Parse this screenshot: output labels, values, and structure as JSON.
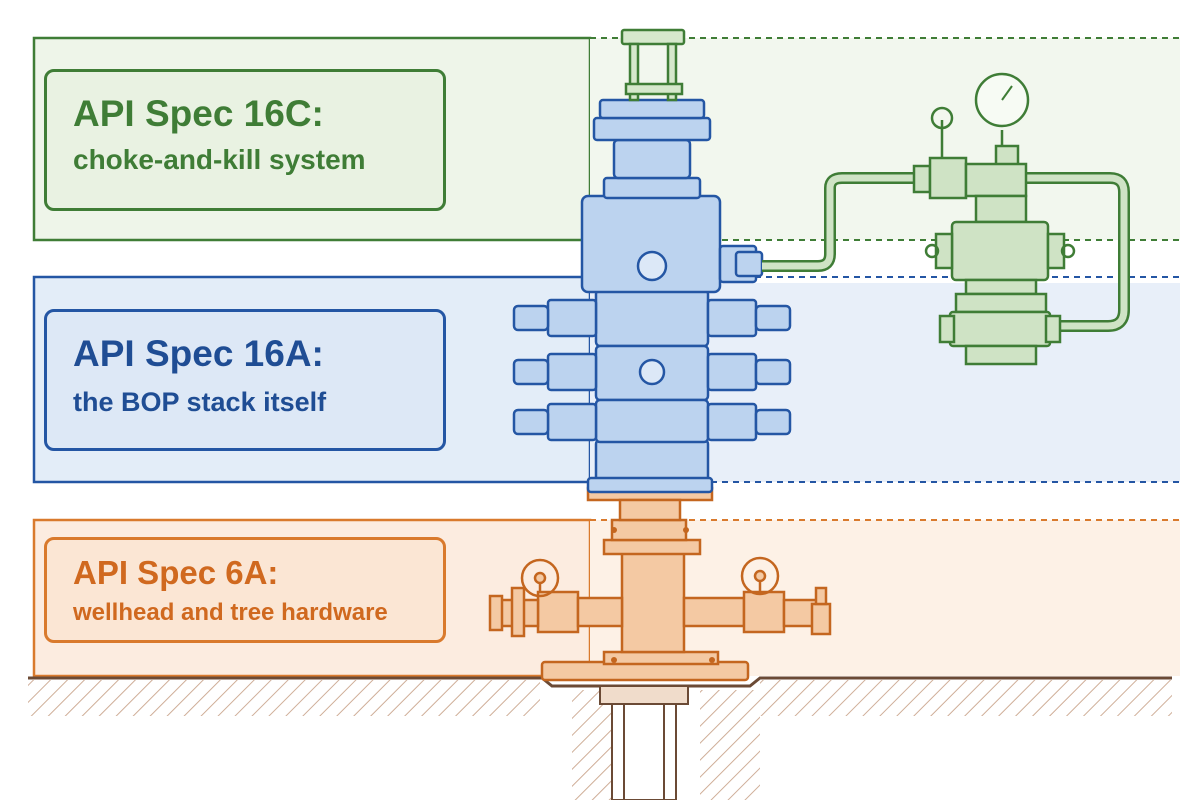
{
  "colors": {
    "green": "#3f7d36",
    "green_fill": "#cfe3c5",
    "green_band": "#eef5e9",
    "blue": "#2456a4",
    "blue_fill": "#bcd3ef",
    "blue_band": "#e3edf8",
    "orange": "#d97a2d",
    "orange_fill": "#f4c9a3",
    "orange_band": "#fcece0",
    "ground_line": "#6b4a35",
    "ground_hatch": "#c9a994"
  },
  "zones": [
    {
      "id": "16c",
      "title": "API Spec 16C:",
      "subtitle": "choke-and-kill system",
      "color_key": "green",
      "icons": [
        "manifold-valve-icon",
        "pressure-gauge-icon",
        "handwheel-icon",
        "choke-line-pipe-icon"
      ]
    },
    {
      "id": "16a",
      "title": "API Spec 16A:",
      "subtitle": "the BOP stack itself",
      "color_key": "blue",
      "icons": [
        "annular-preventer-icon",
        "ram-preventer-icon"
      ]
    },
    {
      "id": "6a",
      "title": "API Spec 6A:",
      "subtitle": "wellhead and tree hardware",
      "color_key": "orange",
      "icons": [
        "wellhead-spool-icon",
        "gate-valve-icon",
        "handwheel-icon"
      ]
    }
  ]
}
